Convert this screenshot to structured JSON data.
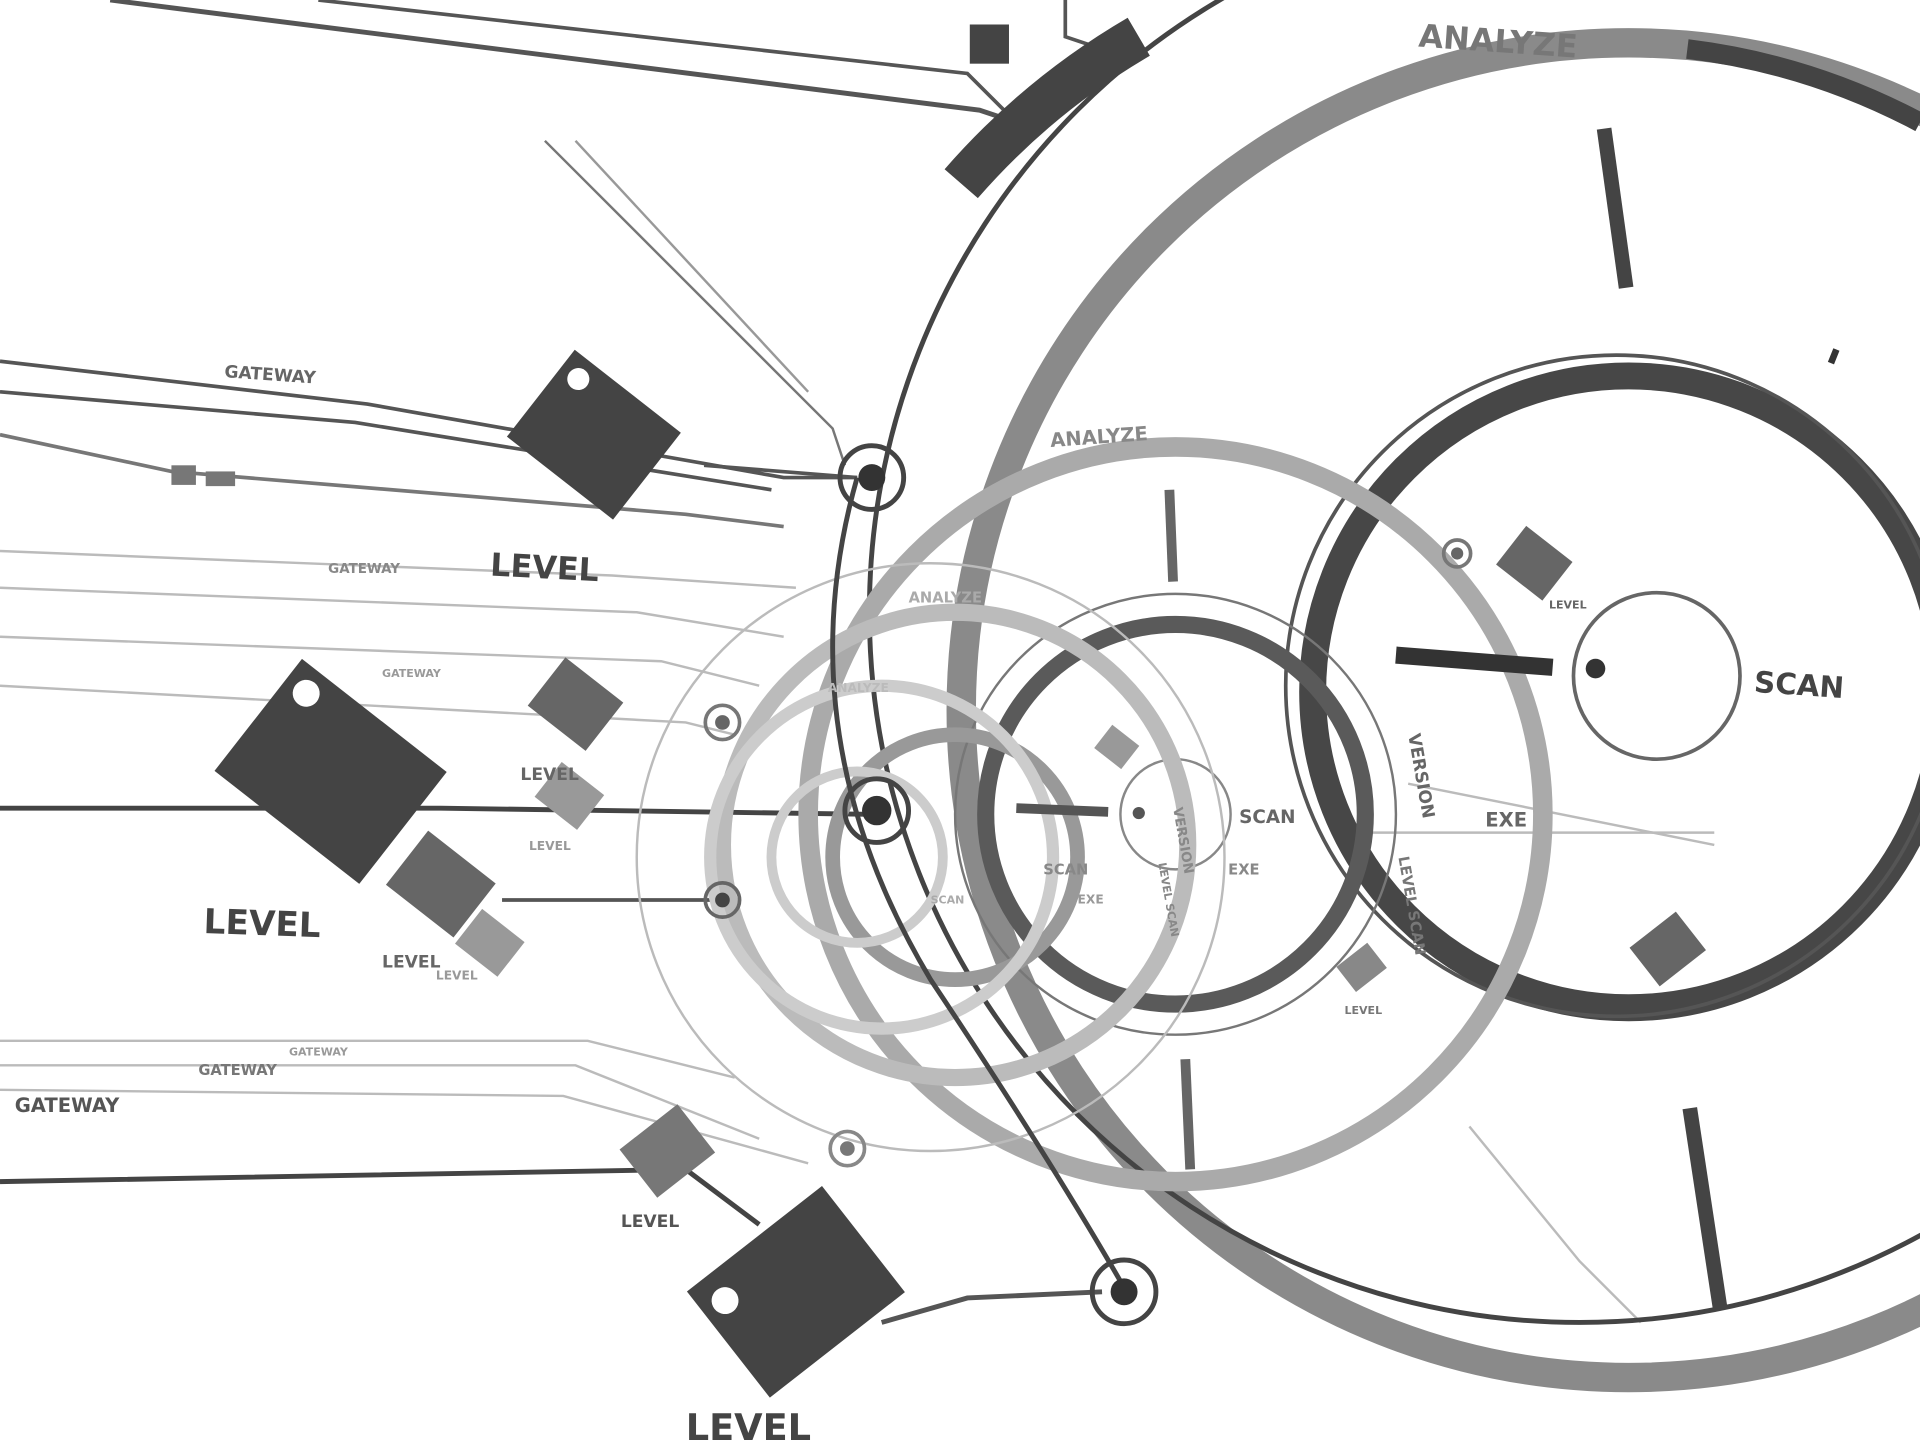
{
  "labels": {
    "analyze": "ANALYZE",
    "scan": "SCAN",
    "exe": "EXE",
    "version": "VERSION",
    "level": "LEVEL",
    "gateway": "GATEWAY",
    "level_scan": "LEVEL SCAN"
  },
  "colors": {
    "dark": "#464646",
    "mid": "#7a7a7a",
    "light": "#a8a8a8",
    "faint": "#d0d0d0",
    "background": "#ffffff"
  }
}
